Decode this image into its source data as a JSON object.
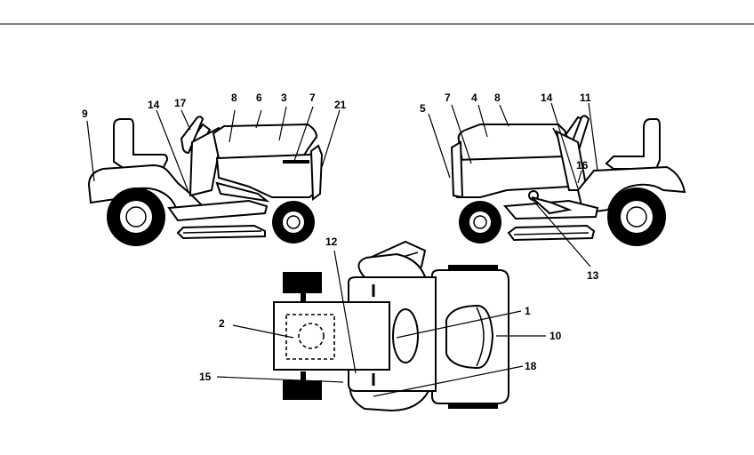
{
  "diagram": {
    "left_tractor_labels": [
      "9",
      "14",
      "17",
      "8",
      "6",
      "3",
      "7",
      "21"
    ],
    "right_tractor_labels": [
      "5",
      "7",
      "4",
      "8",
      "14",
      "11",
      "16",
      "13"
    ],
    "top_view_labels": [
      "12",
      "2",
      "1",
      "10",
      "15",
      "18"
    ]
  }
}
